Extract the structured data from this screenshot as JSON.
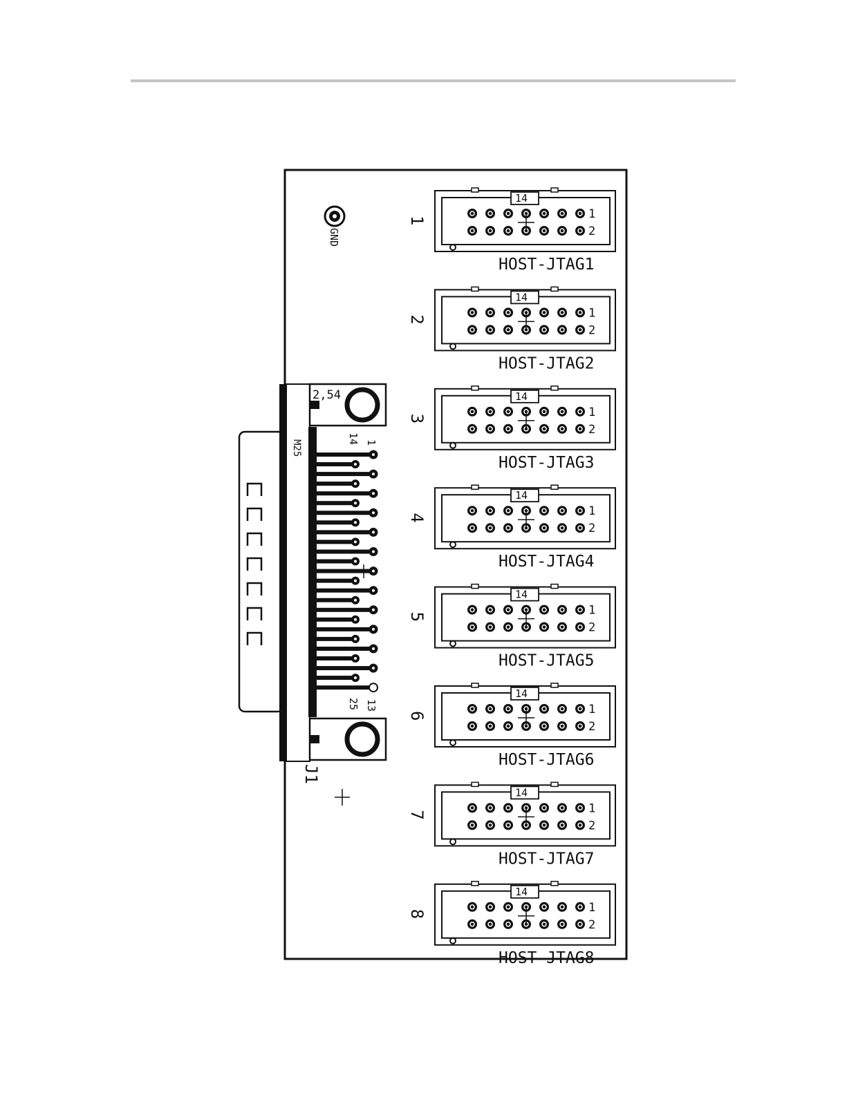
{
  "board": {
    "gnd_label": "GND",
    "connector_ref": "J1",
    "mount_label": "M25",
    "pitch_label": "2,54",
    "db25_pin_labels": {
      "top_row_first": "1",
      "bottom_row_first": "14",
      "top_row_last": "13",
      "bottom_row_last": "25"
    }
  },
  "headers": [
    {
      "number": "1",
      "name": "HOST-JTAG1",
      "top_pin": "14",
      "row1_label": "1",
      "row2_label": "2"
    },
    {
      "number": "2",
      "name": "HOST-JTAG2",
      "top_pin": "14",
      "row1_label": "1",
      "row2_label": "2"
    },
    {
      "number": "3",
      "name": "HOST-JTAG3",
      "top_pin": "14",
      "row1_label": "1",
      "row2_label": "2"
    },
    {
      "number": "4",
      "name": "HOST-JTAG4",
      "top_pin": "14",
      "row1_label": "1",
      "row2_label": "2"
    },
    {
      "number": "5",
      "name": "HOST-JTAG5",
      "top_pin": "14",
      "row1_label": "1",
      "row2_label": "2"
    },
    {
      "number": "6",
      "name": "HOST-JTAG6",
      "top_pin": "14",
      "row1_label": "1",
      "row2_label": "2"
    },
    {
      "number": "7",
      "name": "HOST-JTAG7",
      "top_pin": "14",
      "row1_label": "1",
      "row2_label": "2"
    },
    {
      "number": "8",
      "name": "HOST-JTAG8",
      "top_pin": "14",
      "row1_label": "1",
      "row2_label": "2"
    }
  ],
  "colors": {
    "ink": "#111111",
    "rule": "#c4c4c4"
  }
}
